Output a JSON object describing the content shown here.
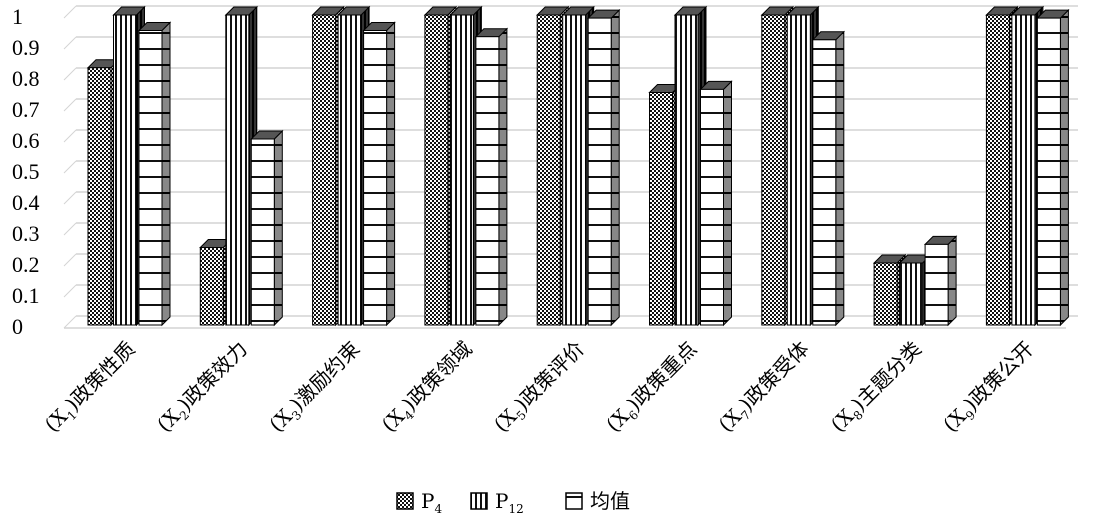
{
  "chart_data": {
    "type": "bar",
    "categories": [
      {
        "prefix": "(X",
        "sub": "1",
        "suffix": ")政策性质"
      },
      {
        "prefix": "(X",
        "sub": "2",
        "suffix": ")政策效力"
      },
      {
        "prefix": "(X",
        "sub": "3",
        "suffix": ")激励约束"
      },
      {
        "prefix": "(X",
        "sub": "4",
        "suffix": ")政策领域"
      },
      {
        "prefix": "(X",
        "sub": "5",
        "suffix": ")政策评价"
      },
      {
        "prefix": "(X",
        "sub": "6",
        "suffix": ")政策重点"
      },
      {
        "prefix": "(X",
        "sub": "7",
        "suffix": ")政策受体"
      },
      {
        "prefix": "(X",
        "sub": "8",
        "suffix": ")主题分类"
      },
      {
        "prefix": "(X",
        "sub": "9",
        "suffix": ")政策公开"
      }
    ],
    "series": [
      {
        "name": "P",
        "sub": "4",
        "pattern": "dots",
        "values": [
          0.83,
          0.25,
          1,
          1,
          1,
          0.75,
          1,
          0.2,
          1
        ]
      },
      {
        "name": "P",
        "sub": "12",
        "pattern": "vlines",
        "values": [
          1,
          1,
          1,
          1,
          1,
          1,
          1,
          0.2,
          1
        ]
      },
      {
        "name": "均值",
        "sub": "",
        "pattern": "hlines",
        "values": [
          0.95,
          0.6,
          0.95,
          0.93,
          0.99,
          0.76,
          0.92,
          0.26,
          0.99
        ]
      }
    ],
    "y_ticks": [
      "0",
      "0.1",
      "0.2",
      "0.3",
      "0.4",
      "0.5",
      "0.6",
      "0.7",
      "0.8",
      "0.9",
      "1"
    ],
    "ylim": [
      0,
      1
    ],
    "grid": true,
    "legend_position": "bottom",
    "style": "3d-clustered-column"
  }
}
